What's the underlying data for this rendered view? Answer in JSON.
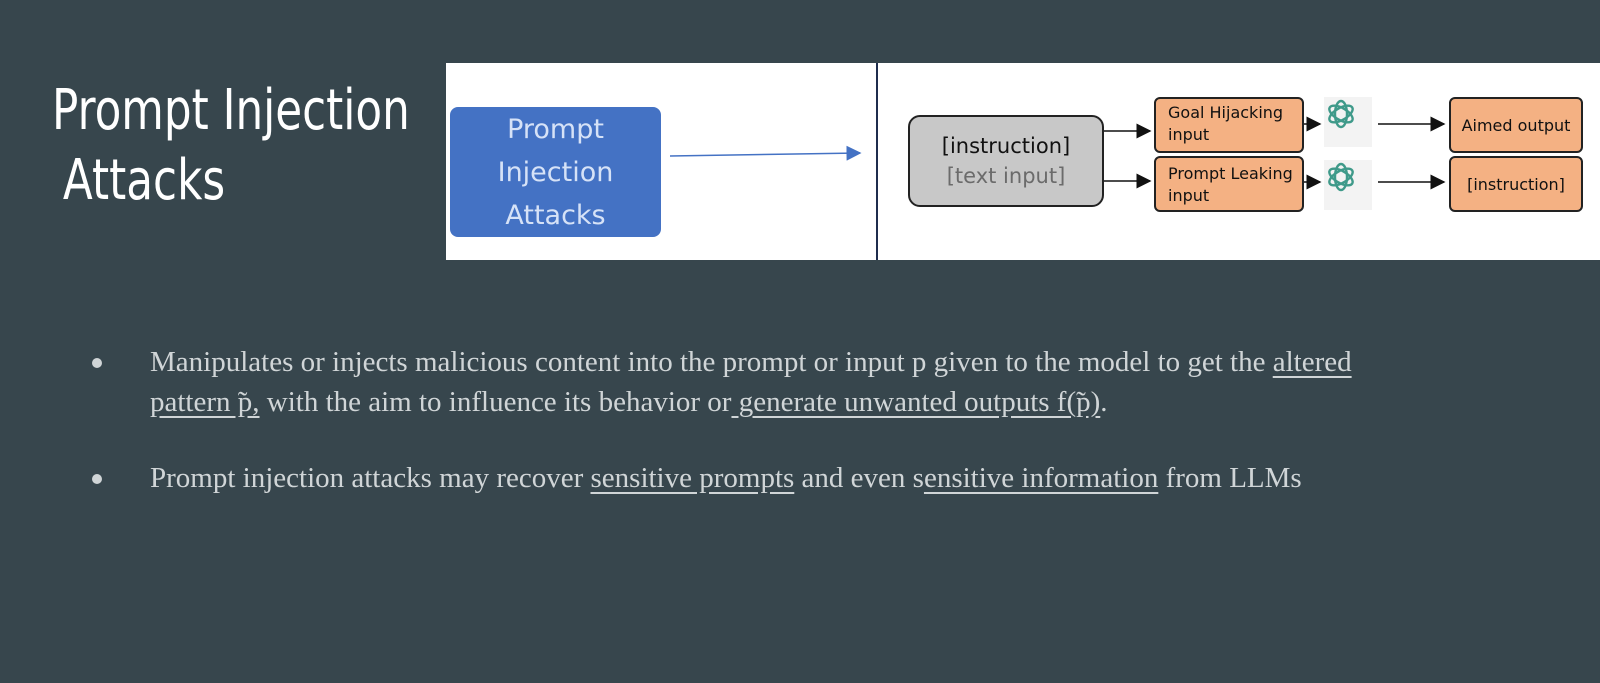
{
  "slide": {
    "title_line1": "Prompt Injection",
    "title_line2": "Attacks"
  },
  "diagram": {
    "left_box_line1": "Prompt",
    "left_box_line2": "Injection",
    "left_box_line3": "Attacks",
    "instruction_label": "[instruction]",
    "text_input_label": "[text input]",
    "goal_hijacking_line1": "Goal Hijacking",
    "goal_hijacking_line2": "input",
    "prompt_leaking_line1": "Prompt Leaking",
    "prompt_leaking_line2": "input",
    "model_icon": "openai-logo-icon",
    "aimed_output": "Aimed output",
    "instruction_output": "[instruction]"
  },
  "bullets": [
    {
      "seg1": "Manipulates or injects malicious content into the prompt or input p given to the model to get the ",
      "seg2": "altered pattern ̃p,",
      "seg3": " with the aim to influence its behavior or",
      "seg4": " generate unwanted outputs f(̃p)",
      "seg5": "."
    },
    {
      "seg1": "Prompt injection attacks may recover ",
      "seg2": "sensitive prompts",
      "seg3": " and even s",
      "seg4": "ensitive information",
      "seg5": " from LLMs"
    }
  ],
  "colors": {
    "background": "#37464d",
    "blue_box": "#4472c4",
    "orange_box": "#f4b183",
    "gray_box": "#c8c8c8"
  }
}
